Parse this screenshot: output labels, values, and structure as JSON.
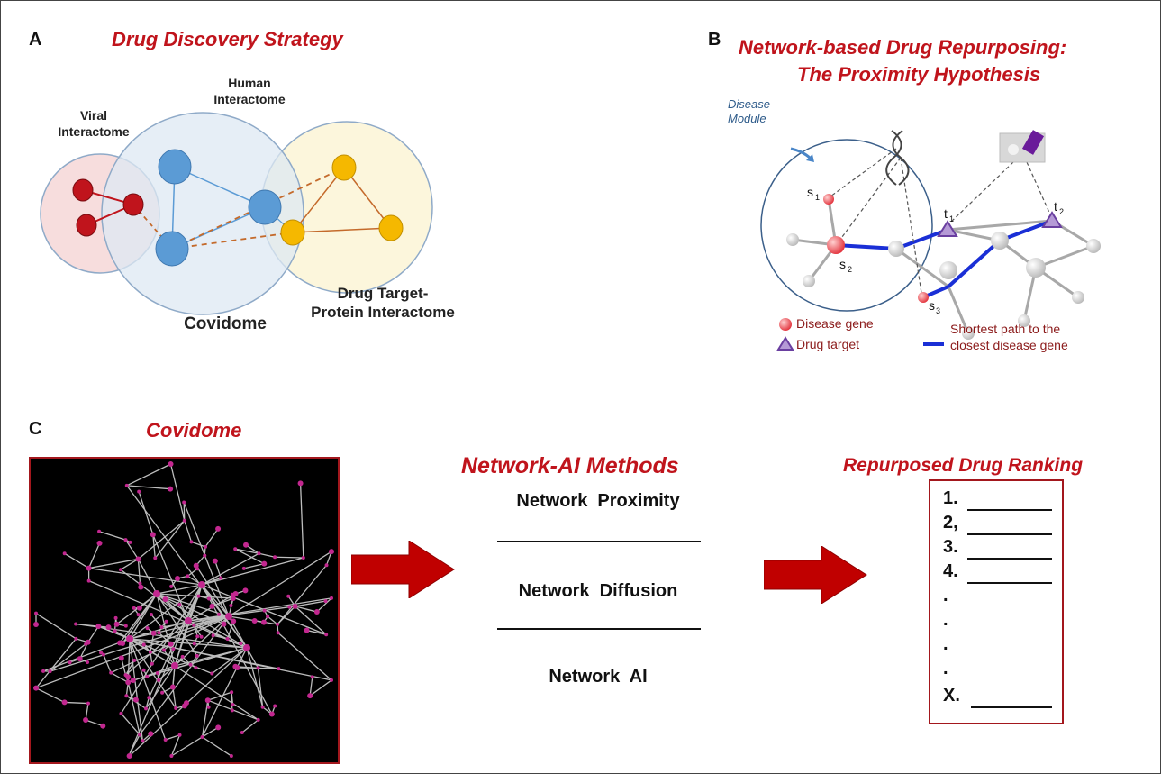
{
  "panel_a": {
    "letter": "A",
    "title": "Drug Discovery Strategy",
    "viral_label": [
      "Viral",
      "Interactome"
    ],
    "human_label": [
      "Human",
      "Interactome"
    ],
    "covidome_label": "Covidome",
    "drug_label": [
      "Drug Target-",
      "Protein Interactome"
    ],
    "colors": {
      "viral": "#c0141c",
      "human": "#5b9bd5",
      "drug": "#f5b800",
      "dashed": "#c46a2b"
    }
  },
  "panel_b": {
    "letter": "B",
    "title_line1": "Network-based Drug Repurposing:",
    "title_line2": "The Proximity Hypothesis",
    "module_label": [
      "Disease",
      "Module"
    ],
    "node_labels": {
      "s1": "s",
      "s2": "s",
      "s3": "s",
      "t1": "t",
      "t2": "t",
      "sub1": "1",
      "sub2": "2",
      "sub3": "3"
    },
    "legend": {
      "disease_gene": "Disease gene",
      "drug_target": "Drug target",
      "shortest_path": [
        "Shortest path to the",
        "closest disease gene"
      ]
    }
  },
  "panel_c": {
    "letter": "C",
    "covidome_title": "Covidome",
    "methods_title": "Network-AI Methods",
    "methods": [
      "Network  Proximity",
      "Network  Diffusion",
      "Network  AI"
    ],
    "ranking_title": "Repurposed Drug Ranking",
    "ranking_items": [
      "1.",
      "2,",
      "3.",
      "4.",
      ".",
      ".",
      ".",
      ".",
      "X."
    ],
    "colors": {
      "arrow": "#c00000",
      "network_edge": "#bdbdbd",
      "network_node": "#c2278f"
    }
  }
}
